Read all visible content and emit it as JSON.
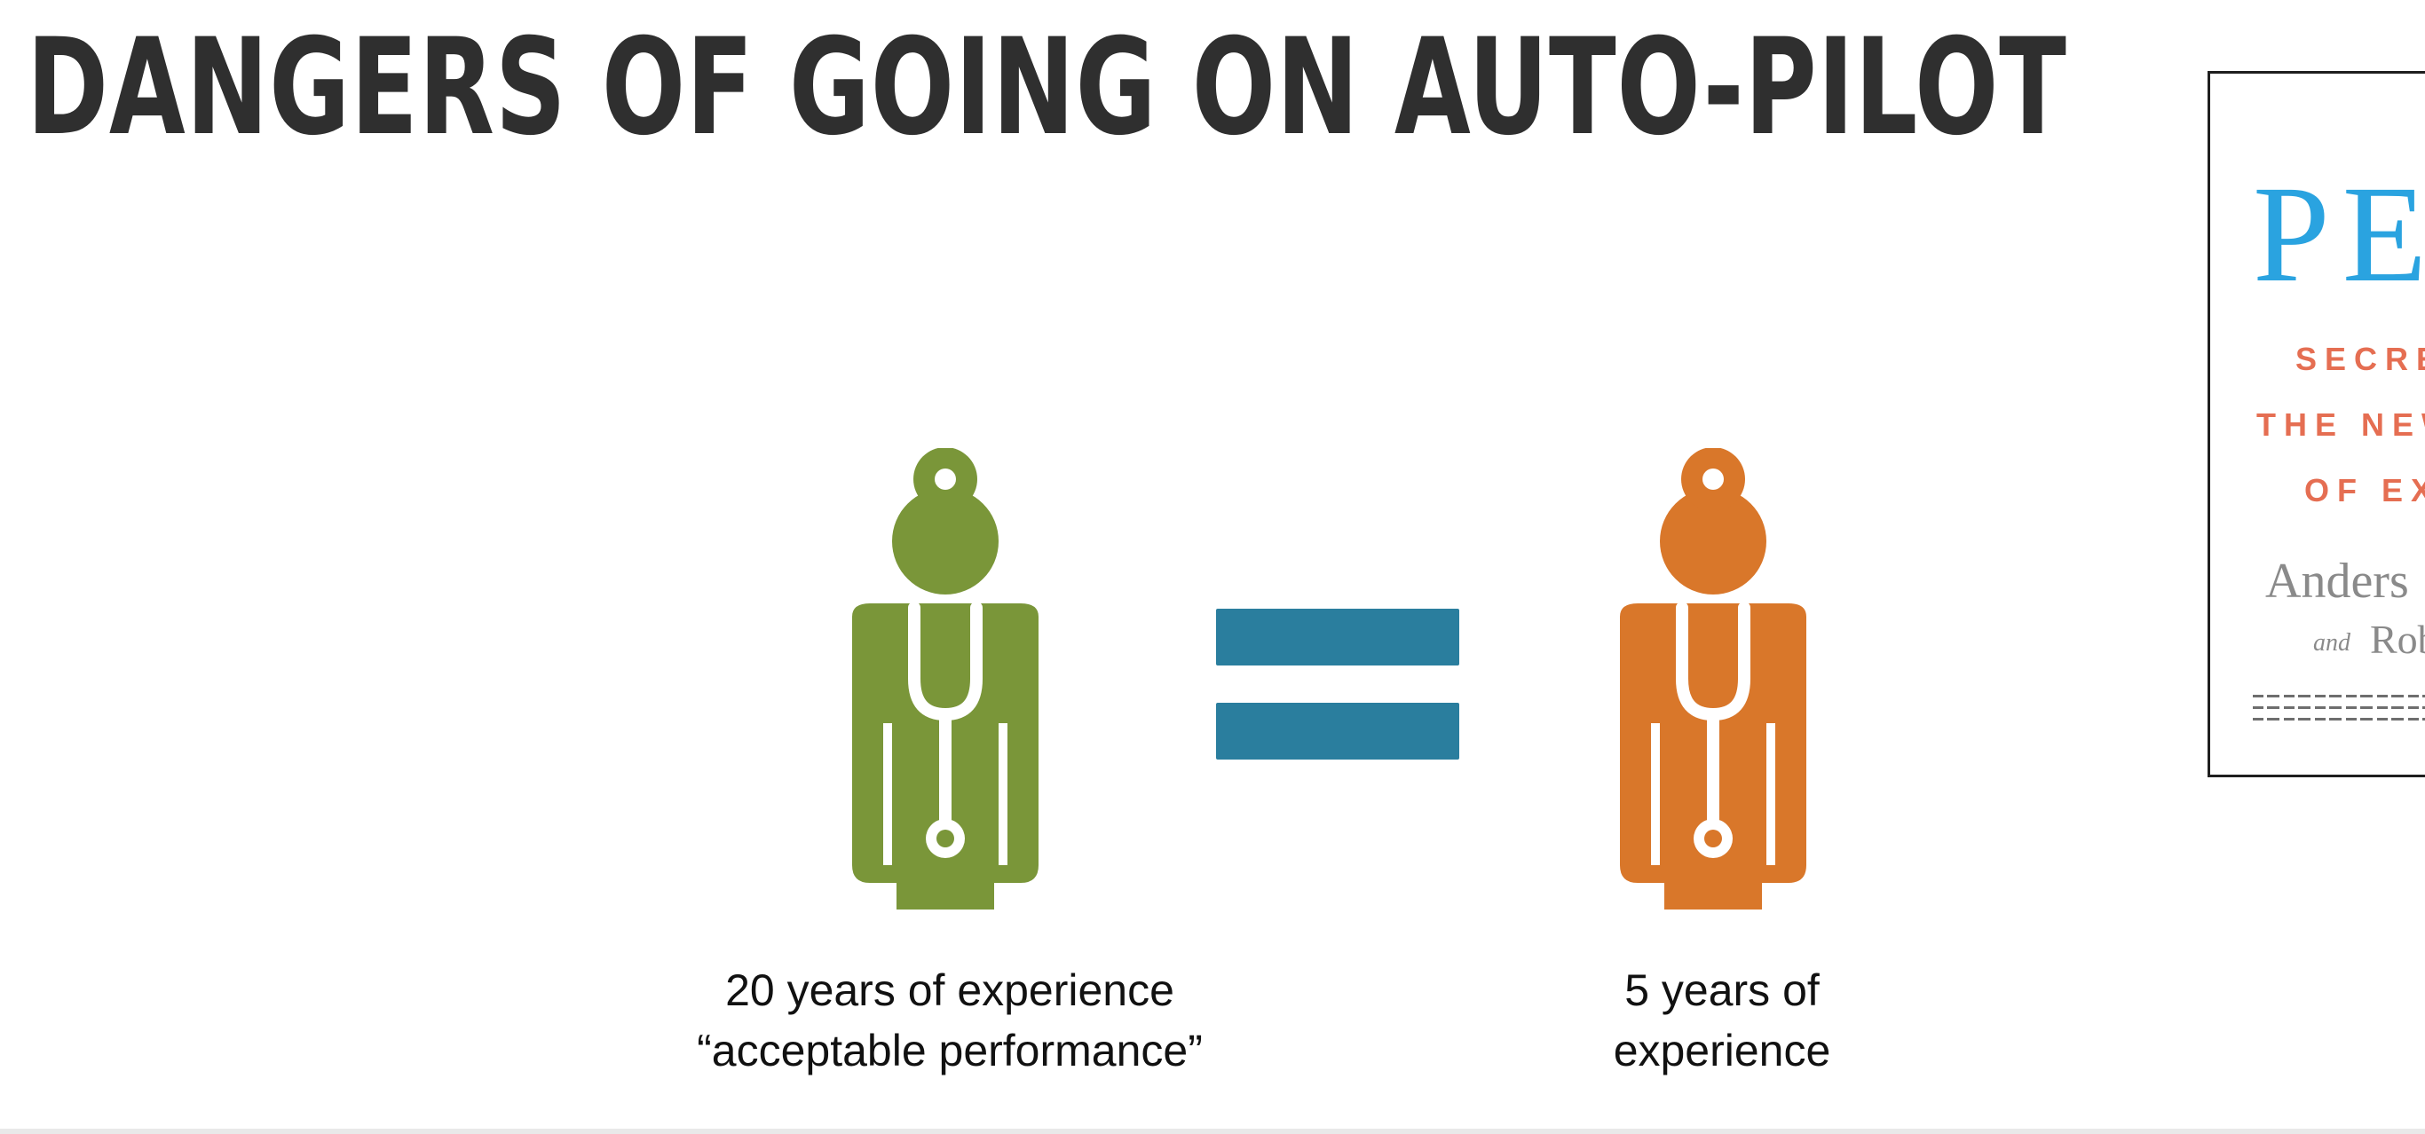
{
  "slide": {
    "title": "DANGERS OF GOING ON AUTO-PILOT"
  },
  "figures": {
    "left": {
      "icon": "doctor-with-stethoscope-icon",
      "color": "#7a9639",
      "caption_line1": "20 years of experience",
      "caption_line2": "“acceptable performance”"
    },
    "equals": {
      "icon": "equals-sign-icon",
      "color": "#2a7e9e"
    },
    "right": {
      "icon": "doctor-with-stethoscope-icon",
      "color": "#d9772a",
      "caption_line1": "5 years of",
      "caption_line2": "experience"
    }
  },
  "book_cover": {
    "title": "PE",
    "subtitle_line1": "SECRET",
    "subtitle_line2": "THE NEW",
    "subtitle_line3": "OF EX",
    "author_line1": "Anders",
    "author_and": "and",
    "author_line2": "Rob",
    "colors": {
      "title": "#2aa3e0",
      "subtitle": "#e56e52",
      "author": "#8a8a8a"
    }
  }
}
